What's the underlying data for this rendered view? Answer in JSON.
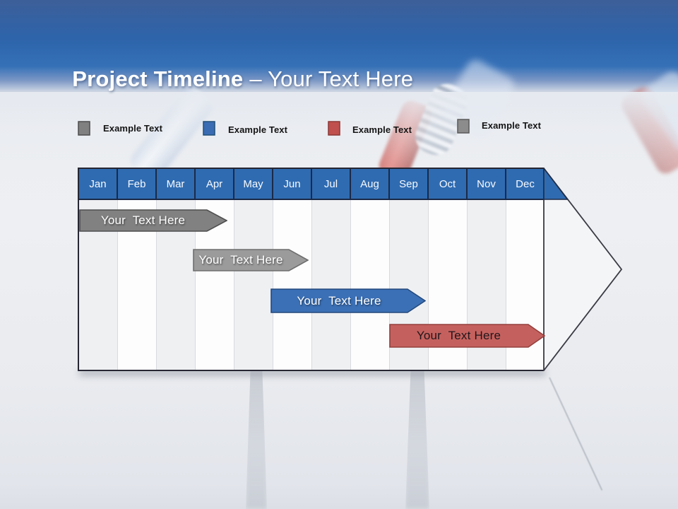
{
  "slide": {
    "title_bold": "Project Timeline",
    "title_regular": "– Your Text Here"
  },
  "legend": {
    "items": [
      {
        "label": "Example Text",
        "color": "#808080",
        "border": "#4D4D4D"
      },
      {
        "label": "Example Text",
        "color": "#3A6CB4",
        "border": "#1F4E79"
      },
      {
        "label": "Example Text",
        "color": "#C0504D",
        "border": "#8C3836"
      },
      {
        "label": "Example Text",
        "color": "#8C8C8C",
        "border": "#5A5A5A"
      }
    ]
  },
  "timeline": {
    "months": [
      "Jan",
      "Feb",
      "Mar",
      "Apr",
      "May",
      "Jun",
      "Jul",
      "Aug",
      "Sep",
      "Oct",
      "Nov",
      "Dec"
    ],
    "header_color": "#2F6BB1",
    "header_divider_color": "#1B2A47",
    "stripe_colors": [
      "#EFF0F2",
      "#FDFDFE"
    ],
    "bars": [
      {
        "label": "Your  Text Here",
        "fill": "#818181",
        "stroke": "#4F4F4F",
        "text_color": "#FFFFFF",
        "span": "Jan–Apr"
      },
      {
        "label": "Your  Text Here",
        "fill": "#9B9B9B",
        "stroke": "#6E6E6E",
        "text_color": "#FFFFFF",
        "span": "Apr–Jun"
      },
      {
        "label": "Your  Text Here",
        "fill": "#3B70B6",
        "stroke": "#24497C",
        "text_color": "#FFFFFF",
        "span": "Jun–Sep"
      },
      {
        "label": "Your  Text Here",
        "fill": "#C4615E",
        "stroke": "#93403D",
        "text_color": "#22151A",
        "span": "Sep–Dec"
      }
    ]
  }
}
